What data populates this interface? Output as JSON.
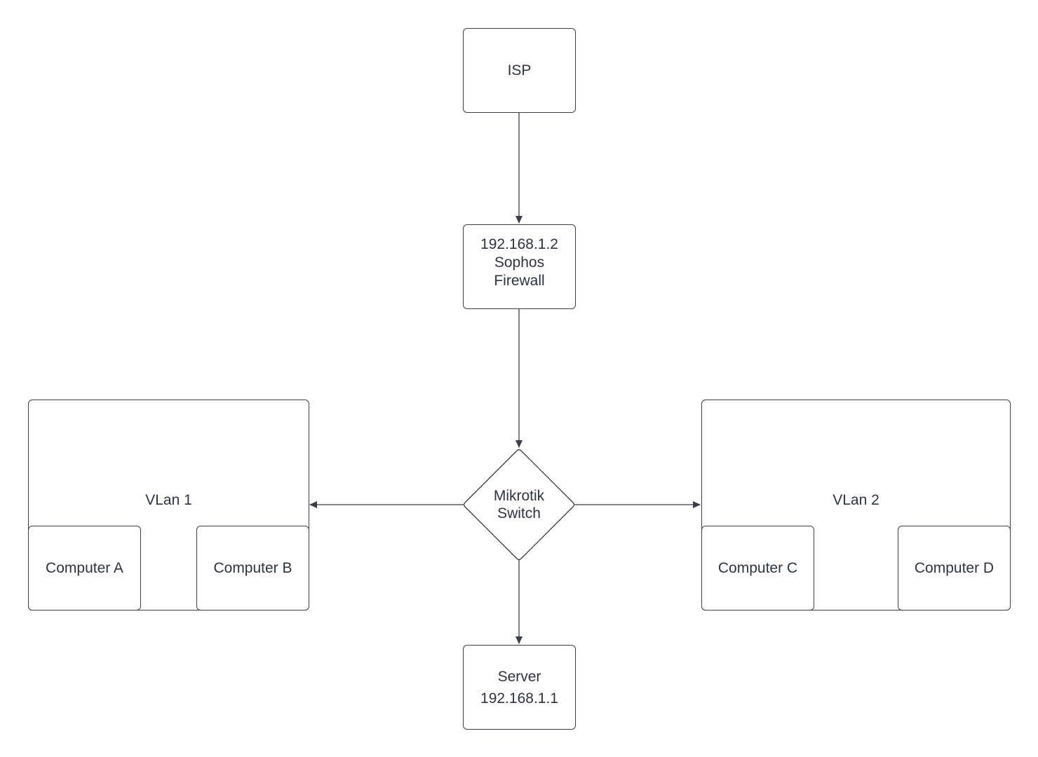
{
  "nodes": {
    "isp": {
      "label": "ISP"
    },
    "firewall": {
      "lines": [
        "192.168.1.2",
        "Sophos",
        "Firewall"
      ]
    },
    "switch": {
      "lines": [
        "Mikrotik",
        "Switch"
      ]
    },
    "server": {
      "lines": [
        "Server",
        "192.168.1.1"
      ]
    }
  },
  "vlans": [
    {
      "label": "VLan 1",
      "computers": [
        "Computer A",
        "Computer B"
      ]
    },
    {
      "label": "VLan 2",
      "computers": [
        "Computer C",
        "Computer D"
      ]
    }
  ],
  "colors": {
    "stroke": "#3a3f4b",
    "text": "#2d3440",
    "background": "#ffffff"
  }
}
